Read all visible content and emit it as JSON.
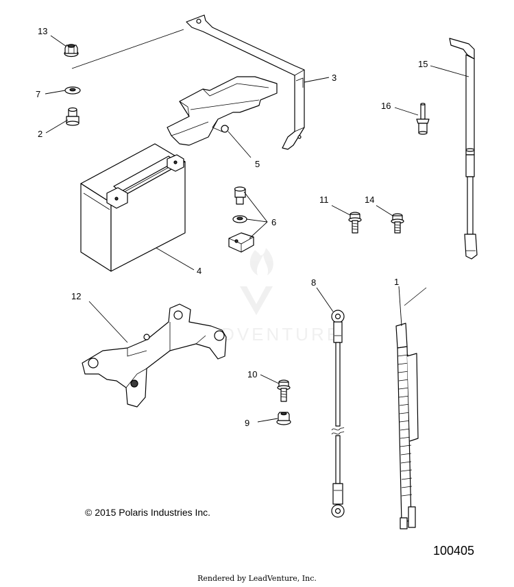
{
  "callouts": {
    "p1": "1",
    "p2": "2",
    "p3": "3",
    "p4": "4",
    "p5": "5",
    "p6": "6",
    "p7": "7",
    "p8": "8",
    "p9": "9",
    "p10": "10",
    "p11": "11",
    "p12": "12",
    "p13": "13",
    "p14": "14",
    "p15": "15",
    "p16": "16"
  },
  "copyright": "© 2015 Polaris Industries Inc.",
  "drawing_number": "100405",
  "render_credit": "Rendered by LeadVenture, Inc.",
  "watermark": "LEADVENTURE"
}
